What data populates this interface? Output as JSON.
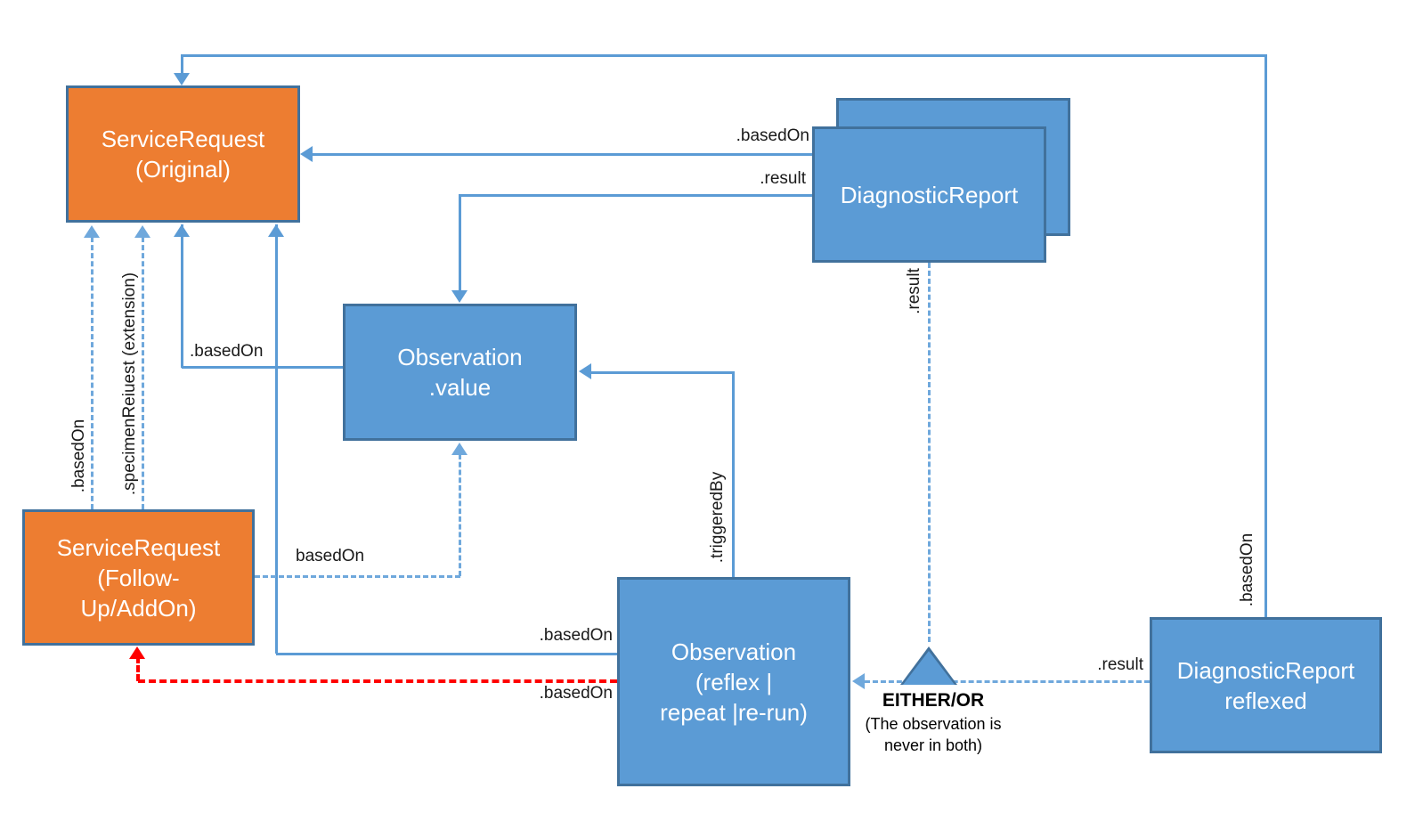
{
  "nodes": {
    "service_request_original": {
      "line1": "ServiceRequest",
      "line2": "(Original)"
    },
    "service_request_followup": {
      "line1": "ServiceRequest",
      "line2": "(Follow-",
      "line3": "Up/AddOn)"
    },
    "observation_value": {
      "line1": "Observation",
      "line2": ".value"
    },
    "diagnostic_report_back": {
      "line1": "DiagnosticReport"
    },
    "diagnostic_report": {
      "line1": "DiagnosticReport"
    },
    "observation_reflex": {
      "line1": "Observation",
      "line2": "(reflex |",
      "line3": "repeat |re-run)"
    },
    "diagnostic_report_reflexed": {
      "line1": "DiagnosticReport",
      "line2": "reflexed"
    }
  },
  "edge_labels": {
    "dr_to_sr_basedon": ".basedOn",
    "dr_to_obsvalue_result": ".result",
    "obsvalue_to_sr_basedon": ".basedOn",
    "obsreflex_to_sr_basedon": ".basedOn",
    "followup_to_sr_basedon": ".basedOn",
    "followup_to_sr_specimen": ".specimenReiuest (extension)",
    "followup_to_obsvalue_basedon": "basedOn",
    "obsreflex_to_obsvalue_triggeredby": ".triggeredBy",
    "dr_to_triangle_result": ".result",
    "reflexed_to_obsreflex_result": ".result",
    "reflexed_to_sr_basedon": ".basedOn",
    "obsreflex_to_followup_basedon": ".basedOn"
  },
  "annotation": {
    "either_or": "EITHER/OR",
    "note_line1": "(The observation is",
    "note_line2": "never in both)"
  },
  "colors": {
    "box_blue": "#5B9BD5",
    "box_orange": "#ED7D31",
    "box_border": "#41719C",
    "connector_solid": "#5B9BD5",
    "connector_dashed": "#6FA8DC",
    "connector_red": "#FF0000",
    "box_text": "#FFFFFF",
    "label_text": "#1A1A1A"
  }
}
